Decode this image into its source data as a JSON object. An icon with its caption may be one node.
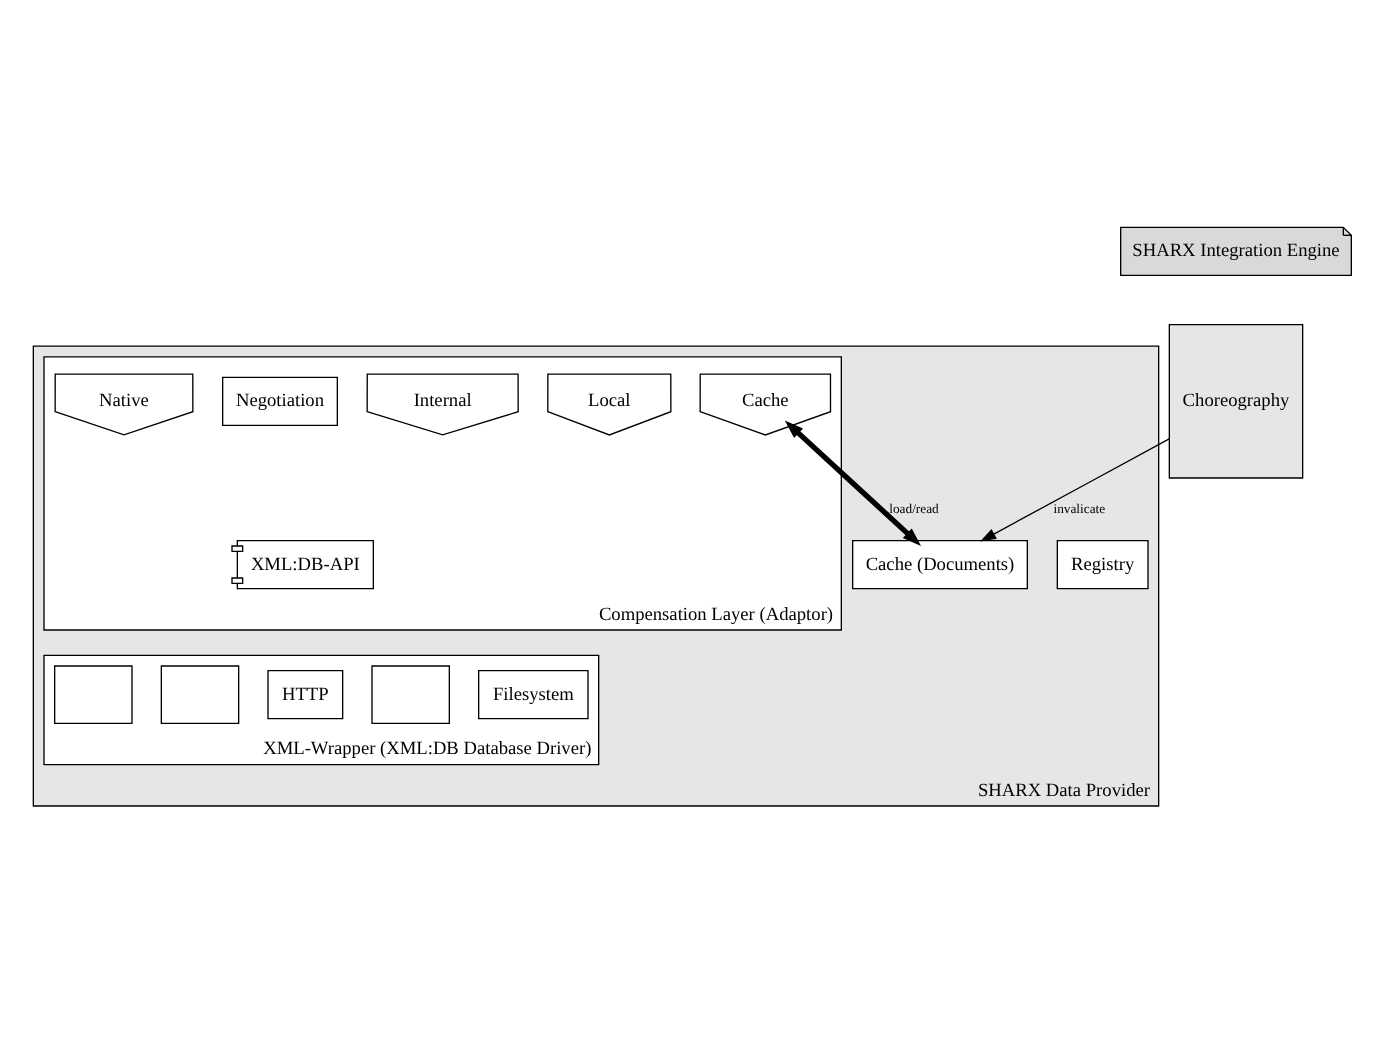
{
  "diagram": {
    "nodes": [
      {
        "text": [
          "SHARX Integration Engine"
        ]
      },
      {
        "text": [
          "SHARX Data Provider"
        ]
      },
      {
        "text": [
          "Registry"
        ],
        "in": 1
      },
      {
        "text": [
          "Compensation Layer (Adaptor)"
        ],
        "in": 1
      },
      {
        "text": [
          "Native"
        ],
        "in": 3
      },
      {
        "text": [
          "Local"
        ],
        "in": 3
      },
      {
        "text": [
          "Internal"
        ],
        "in": 3
      },
      {
        "text": [
          "Cache"
        ],
        "in": 3
      },
      {
        "text": [
          "XML:DB-API"
        ],
        "in": 3
      },
      {
        "text": [
          "Negotiation"
        ],
        "in": 3
      },
      {
        "text": [
          "Cache (Documents)"
        ],
        "in": 1
      },
      {
        "text": [
          "XML-Wrapper (XML:DB Database Driver)"
        ],
        "in": 1
      },
      {
        "text": [
          "Filesystem"
        ],
        "in": 11
      },
      {
        "text": [
          "HTTP"
        ],
        "in": 11
      },
      {
        "text": [],
        "shape": "box",
        "in": 11
      },
      {
        "text": [],
        "shape": "box",
        "in": 11
      },
      {
        "text": [],
        "shape": "box",
        "in": 11
      },
      {
        "text": [
          "Choreography"
        ]
      }
    ],
    "edges": [
      {
        "from": 7,
        "to": 10,
        "arrow": "both",
        "label": "load/read",
        "style": "thick"
      },
      {
        "from": 17,
        "to": 10,
        "arrow": "to",
        "label": "invalicate"
      }
    ]
  }
}
